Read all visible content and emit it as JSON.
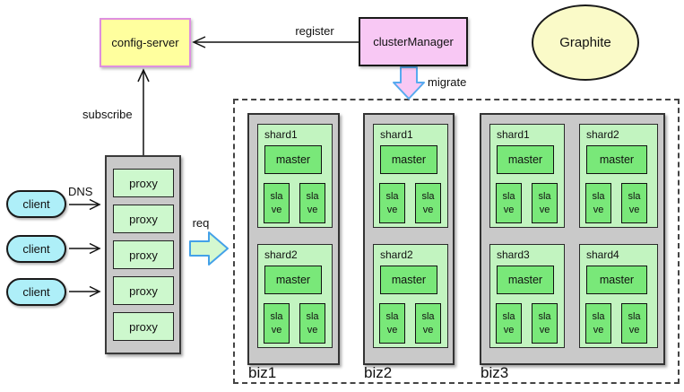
{
  "diagram": {
    "nodes": {
      "config_server": "config-server",
      "cluster_manager": "clusterManager",
      "graphite": "Graphite"
    },
    "edge_labels": {
      "register": "register",
      "subscribe": "subscribe",
      "dns": "DNS",
      "req": "req",
      "migrate": "migrate"
    },
    "clients": [
      "client",
      "client",
      "client"
    ],
    "proxies": [
      "proxy",
      "proxy",
      "proxy",
      "proxy",
      "proxy"
    ],
    "clusters": [
      {
        "name": "biz1",
        "shards": [
          {
            "name": "shard1",
            "master": "master",
            "slaves": [
              "sla ve",
              "sla ve"
            ]
          },
          {
            "name": "shard2",
            "master": "master",
            "slaves": [
              "sla ve",
              "sla ve"
            ]
          }
        ]
      },
      {
        "name": "biz2",
        "shards": [
          {
            "name": "shard1",
            "master": "master",
            "slaves": [
              "sla ve",
              "sla ve"
            ]
          },
          {
            "name": "shard2",
            "master": "master",
            "slaves": [
              "sla ve",
              "sla ve"
            ]
          }
        ]
      },
      {
        "name": "biz3",
        "shards": [
          {
            "name": "shard1",
            "master": "master",
            "slaves": [
              "sla ve",
              "sla ve"
            ]
          },
          {
            "name": "shard2",
            "master": "master",
            "slaves": [
              "sla ve",
              "sla ve"
            ]
          },
          {
            "name": "shard3",
            "master": "master",
            "slaves": [
              "sla ve",
              "sla ve"
            ]
          },
          {
            "name": "shard4",
            "master": "master",
            "slaves": [
              "sla ve",
              "sla ve"
            ]
          }
        ]
      }
    ],
    "colors": {
      "config_server_fill": "#ffff9e",
      "config_server_border": "#df8fdf",
      "cluster_manager_fill": "#f8c8f4",
      "graphite_fill": "#fafac8",
      "client_fill": "#aeeff8",
      "container_gray": "#c9c9c9",
      "shard_fill": "#c2f4c0",
      "master_slave_green": "#79e879",
      "proxy_fill": "#cdf8cd",
      "req_arrow_fill": "#d4f8d0",
      "req_arrow_border": "#44a1e8",
      "migrate_arrow_fill": "#f8c8f4",
      "migrate_arrow_border": "#57aaef"
    }
  }
}
